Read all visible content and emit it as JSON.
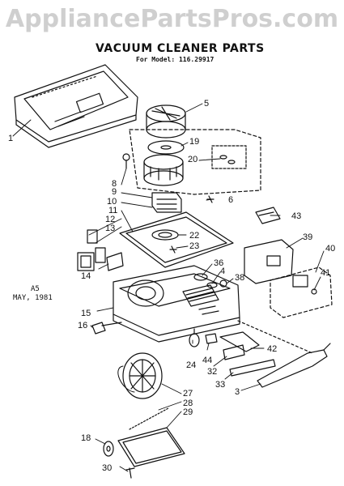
{
  "watermark": "AppliancePartsPros.com",
  "header": {
    "title": "VACUUM CLEANER PARTS",
    "subtitle": "For Model: 116.29917"
  },
  "stamp": {
    "line1": "A5",
    "line2": "MAY, 1981"
  },
  "callouts": [
    "1",
    "5",
    "19",
    "20",
    "8",
    "9",
    "10",
    "11",
    "6",
    "12",
    "13",
    "43",
    "22",
    "23",
    "39",
    "40",
    "14",
    "36",
    "4",
    "41",
    "38",
    "15",
    "16",
    "42",
    "24",
    "44",
    "32",
    "33",
    "3",
    "27",
    "28",
    "29",
    "18",
    "30"
  ]
}
